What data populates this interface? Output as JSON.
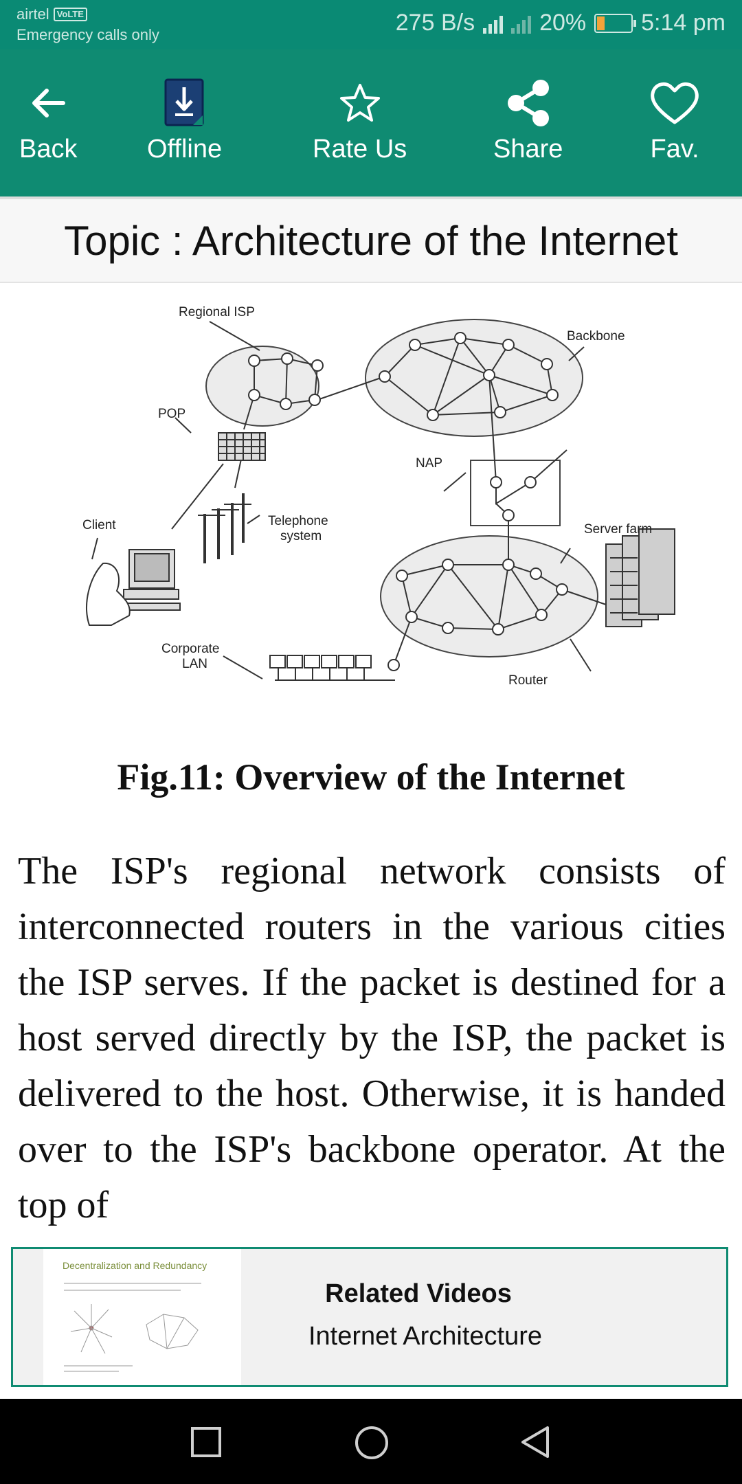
{
  "status": {
    "carrier": "airtel",
    "volte": "VoLTE",
    "emergency": "Emergency calls only",
    "speed": "275 B/s",
    "battery": "20%",
    "battery_level": 0.2,
    "time": "5:14 pm"
  },
  "toolbar": {
    "back": "Back",
    "offline": "Offline",
    "rate": "Rate Us",
    "share": "Share",
    "fav": "Fav."
  },
  "topic": "Topic : Architecture of the Internet",
  "diagram": {
    "regional_isp": "Regional ISP",
    "backbone": "Backbone",
    "pop": "POP",
    "nap": "NAP",
    "client": "Client",
    "telephone": "Telephone",
    "system": "system",
    "server_farm": "Server farm",
    "corporate": "Corporate",
    "lan": "LAN",
    "router": "Router"
  },
  "caption": "Fig.11: Overview of the Internet",
  "paragraph": "The ISP's regional network consists of interconnected routers in the various cities the ISP serves. If the packet is destined for a host served directly by the ISP, the packet is delivered to the host. Otherwise, it is handed over to the ISP's backbone operator. At the top of",
  "related": {
    "title": "Related Videos",
    "subtitle": "Internet Architecture",
    "thumb_title": "Decentralization and Redundancy"
  },
  "colors": {
    "primary": "#0f8b72",
    "statusbar": "#0a8a74"
  }
}
